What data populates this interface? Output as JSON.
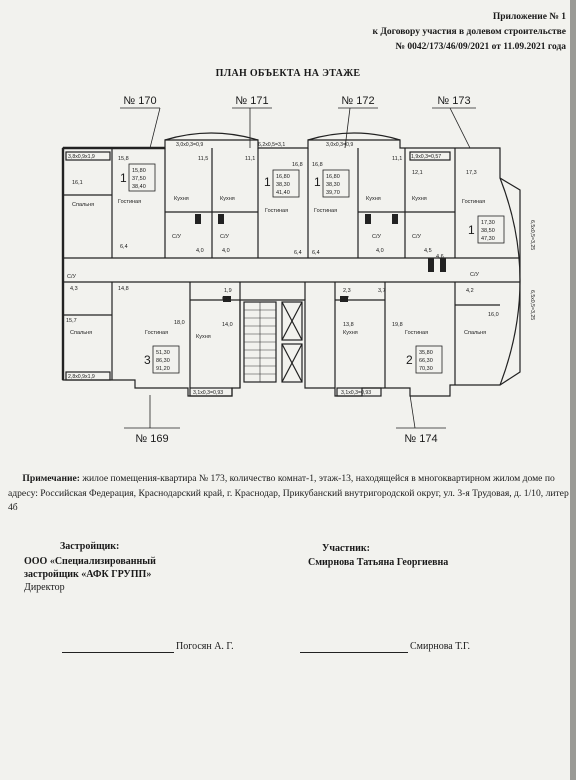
{
  "header": {
    "appendix": "Приложение № 1",
    "contract": "к Договору участия в долевом строительстве",
    "number": "№ 0042/173/46/09/2021 от 11.09.2021 года"
  },
  "plan": {
    "title": "ПЛАН ОБЪЕКТА НА ЭТАЖЕ",
    "apartments": [
      "№ 170",
      "№ 171",
      "№ 172",
      "№ 173",
      "№ 169",
      "№ 174"
    ],
    "balconies": [
      "3,8x0,9x1,9",
      "3,0x0,3=0,9",
      "6,2x0,5=3,1",
      "3,0x0,3=0,9",
      "1,9x0,3=0,57",
      "6,5x0,5=3,25",
      "6,5x0,5=3,25",
      "2,8x0,9x1,9",
      "3,1x0,3=0,93",
      "3,1x0,3=0,93"
    ],
    "room_names": {
      "bedroom": "Спальня",
      "living": "Гостиная",
      "kitchen": "Кухня",
      "bath": "С/У"
    },
    "areas_small": [
      "15,8",
      "16,1",
      "11,5",
      "11,1",
      "16,8",
      "16,8",
      "11,1",
      "12,1",
      "17,3",
      "6,4",
      "4,0",
      "4,0",
      "6,4",
      "6,4",
      "4,0",
      "4,5",
      "4,6",
      "14,8",
      "4,3",
      "18,0",
      "14,0",
      "1,9",
      "2,3",
      "3,7",
      "13,8",
      "19,8",
      "4,2",
      "16,0",
      "15,7"
    ],
    "rooms_count": [
      "1",
      "1",
      "1",
      "1",
      "3",
      "2"
    ],
    "totals": [
      [
        "15,80",
        "37,50",
        "38,40"
      ],
      [
        "16,80",
        "38,30",
        "41,40"
      ],
      [
        "16,80",
        "38,30",
        "39,70"
      ],
      [
        "17,30",
        "38,50",
        "47,30"
      ],
      [
        "51,30",
        "86,30",
        "91,20"
      ],
      [
        "35,80",
        "66,30",
        "70,30"
      ]
    ]
  },
  "note": {
    "label": "Примечание:",
    "text": "жилое помещения-квартира № 173, количество комнат-1, этаж-13, находящейся в многоквартирном жилом доме по адресу: Российская Федерация, Краснодарский край, г. Краснодар, Прикубанский внутригородской округ, ул. 3-я Трудовая, д. 1/10, литер 4б"
  },
  "developer": {
    "label": "Застройщик:",
    "org_line1": "ООО «Специализированный",
    "org_line2": "застройщик «АФК ГРУПП»",
    "position": "Директор",
    "signer": "Погосян А. Г."
  },
  "participant": {
    "label": "Участник:",
    "name": "Смирнова Татьяна Георгиевна",
    "signer": "Смирнова Т.Г."
  }
}
